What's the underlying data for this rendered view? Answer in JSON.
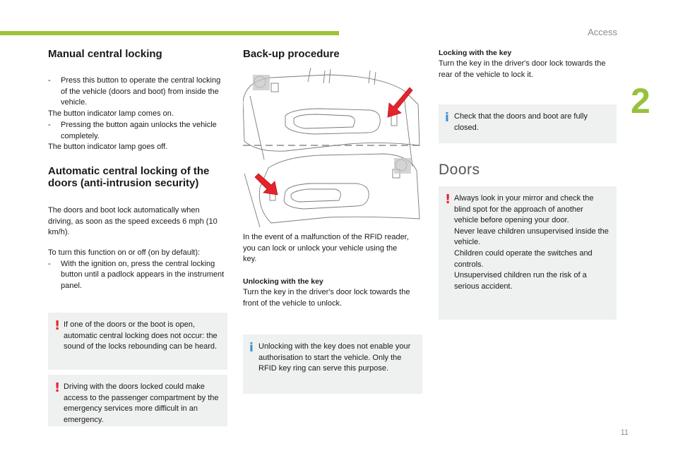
{
  "header": {
    "section": "Access",
    "chapter": "2",
    "page_number": "11"
  },
  "col1": {
    "title": "Manual central locking",
    "bullet1": "Press this button to operate the central locking of the vehicle (doors and boot) from inside the vehicle.",
    "line1": "The button indicator lamp comes on.",
    "bullet2": "Pressing the button again unlocks the vehicle completely.",
    "line2": "The button indicator lamp goes off.",
    "auto_title": "Automatic central locking of the doors (anti-intrusion security)",
    "auto_p1": "The doors and boot lock automatically when driving, as soon as the speed exceeds 6 mph (10 km/h).",
    "auto_p2": "To turn this function on or off (on by default):",
    "auto_bullet": "With the ignition on, press the central locking button until a padlock appears in the instrument panel.",
    "warning1": "If one of the doors or the boot is open, automatic central locking does not occur: the sound of the locks rebounding can be heard.",
    "warning2": "Driving with the doors locked could make access to the passenger compartment by the emergency services more difficult in an emergency."
  },
  "col2": {
    "title": "Back-up procedure",
    "intro": "In the event of a malfunction of the RFID reader, you can lock or unlock your vehicle using the key.",
    "unlock_title": "Unlocking with the key",
    "unlock_text": "Turn the key in the driver's door lock towards the front of the vehicle to unlock.",
    "info": "Unlocking with the key does not enable your authorisation to start the vehicle. Only the RFID key ring can serve this purpose."
  },
  "col3": {
    "lock_title": "Locking with the key",
    "lock_text": "Turn the key in the driver's door lock towards the rear of the vehicle to lock it.",
    "info": "Check that the doors and boot are fully closed.",
    "doors_title": "Doors",
    "warning": [
      "Always look in your mirror and check the blind spot for the approach of another vehicle before opening your door.",
      "Never leave children unsupervised inside the vehicle.",
      "Children could operate the switches and controls.",
      "Unsupervised children run the risk of a serious accident."
    ]
  },
  "colors": {
    "accent_green": "#9dc43a",
    "warning_red": "#e4242a",
    "info_blue": "#3a8fcf",
    "note_bg": "#eff0f0"
  },
  "icons": {
    "warning": "exclamation-mark-icon",
    "info": "info-i-icon",
    "arrow": "red-arrow-icon"
  }
}
